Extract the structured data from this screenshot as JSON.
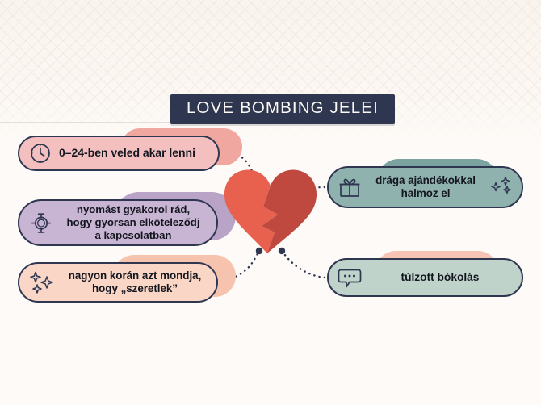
{
  "header": {
    "title": "LOVE BOMBING JELEI",
    "banner_bg": "#2e3650",
    "banner_text_color": "#fdfaf7"
  },
  "theme": {
    "background": "#fdfaf7",
    "outline": "#2e3650",
    "heart_left": "#e8604e",
    "heart_right": "#c0493f"
  },
  "center": {
    "icon": "broken-heart-icon"
  },
  "signs": [
    {
      "id": "always-available",
      "text": "0–24-ben veled akar lenni",
      "icon": "clock-icon",
      "trailing_icon": null,
      "color": "#f4c0bf",
      "shadow_color": "#f0a79f",
      "side": "left"
    },
    {
      "id": "pressure-to-commit",
      "text": "nyomást gyakorol rád,\nhogy gyorsan elköteleződj\na kapcsolatban",
      "icon": "ring-pressure-icon",
      "trailing_icon": null,
      "color": "#c8b4d3",
      "shadow_color": "#b9a3c6",
      "side": "left"
    },
    {
      "id": "early-i-love-you",
      "text": "nagyon korán azt mondja,\nhogy „szeretlek”",
      "icon": "sparkles-icon",
      "trailing_icon": null,
      "color": "#f9d6c5",
      "shadow_color": "#f6c4ae",
      "side": "left"
    },
    {
      "id": "expensive-gifts",
      "text": "drága ajándékokkal\nhalmoz el",
      "icon": "gift-icon",
      "trailing_icon": "sparkles-icon",
      "color": "#8fb2af",
      "shadow_color": "#7ba3a0",
      "side": "right"
    },
    {
      "id": "excessive-compliments",
      "text": "túlzott bókolás",
      "icon": "speech-bubble-icon",
      "trailing_icon": null,
      "color": "#bfd3cb",
      "shadow_color": "#f6c4b4",
      "side": "right"
    }
  ]
}
